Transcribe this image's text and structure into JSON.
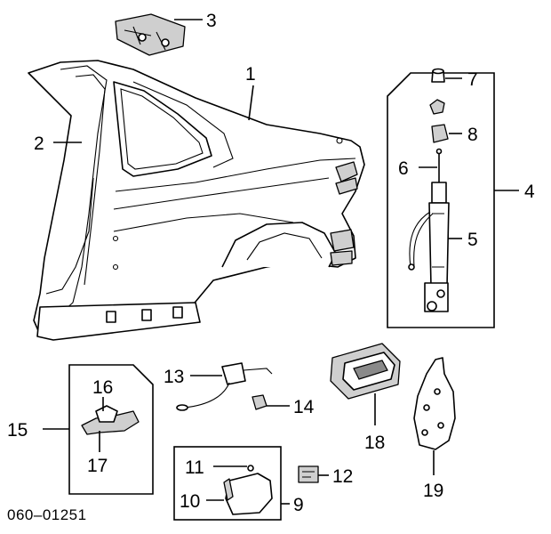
{
  "diagram": {
    "code": "060–01251",
    "callouts": [
      "1",
      "2",
      "3",
      "4",
      "5",
      "6",
      "7",
      "8",
      "9",
      "10",
      "11",
      "12",
      "13",
      "14",
      "15",
      "16",
      "17",
      "18",
      "19"
    ]
  }
}
